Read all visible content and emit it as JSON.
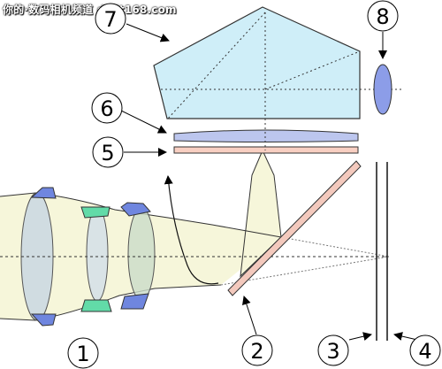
{
  "watermark": "你的·数码相机频道 dc.it168.com",
  "labels": {
    "n1": "1",
    "n2": "2",
    "n3": "3",
    "n4": "4",
    "n5": "5",
    "n6": "6",
    "n7": "7",
    "n8": "8"
  },
  "colors": {
    "prism_fill": "#cfeef8",
    "focus_screen": "#bcc6ee",
    "condenser": "#f8cfc2",
    "light_cone": "#f6f6d8",
    "mirror": "#f3c9bd",
    "lens_gray": "#c9d7e2",
    "lens_blue": "#6f86df",
    "lens_green": "#62dba8",
    "eyepiece": "#8c9de8"
  }
}
